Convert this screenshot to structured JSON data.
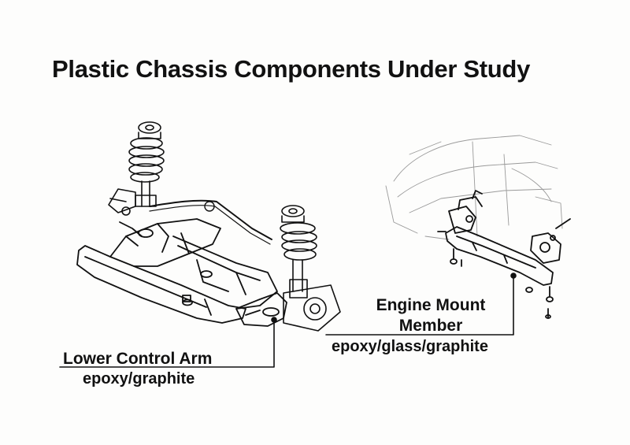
{
  "title": "Plastic Chassis Components Under Study",
  "callouts": {
    "lower_control_arm": {
      "name": "Lower Control Arm",
      "material": "epoxy/graphite"
    },
    "engine_mount_member": {
      "name_line1": "Engine Mount",
      "name_line2": "Member",
      "material": "epoxy/glass/graphite"
    }
  },
  "colors": {
    "ink": "#111111",
    "paper": "#fdfdfc",
    "faint": "#9a9a9a"
  }
}
